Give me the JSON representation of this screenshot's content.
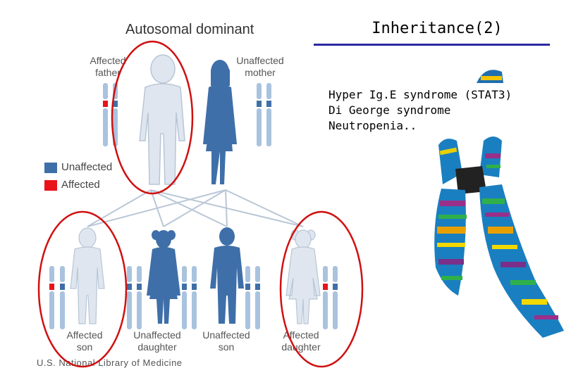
{
  "slide": {
    "title": "Inheritance(2)",
    "conditions": [
      "Hyper Ig.E syndrome (STAT3)",
      "Di George syndrome",
      "Neutropenia.."
    ]
  },
  "diagram": {
    "title": "Autosomal dominant",
    "parents": [
      {
        "label_line1": "Affected",
        "label_line2": "father"
      },
      {
        "label_line1": "Unaffected",
        "label_line2": "mother"
      }
    ],
    "children": [
      {
        "label_line1": "Affected",
        "label_line2": "son"
      },
      {
        "label_line1": "Unaffected",
        "label_line2": "daughter"
      },
      {
        "label_line1": "Unaffected",
        "label_line2": "son"
      },
      {
        "label_line1": "Affected",
        "label_line2": "daughter"
      }
    ],
    "legend": {
      "unaffected": "Unaffected",
      "affected": "Affected"
    },
    "credit": "U.S. National Library of Medicine"
  },
  "colors": {
    "unaffected": "#3f6fa8",
    "affected": "#e8141a",
    "highlight_circle": "#d01010",
    "rule": "#2a2aa0"
  }
}
